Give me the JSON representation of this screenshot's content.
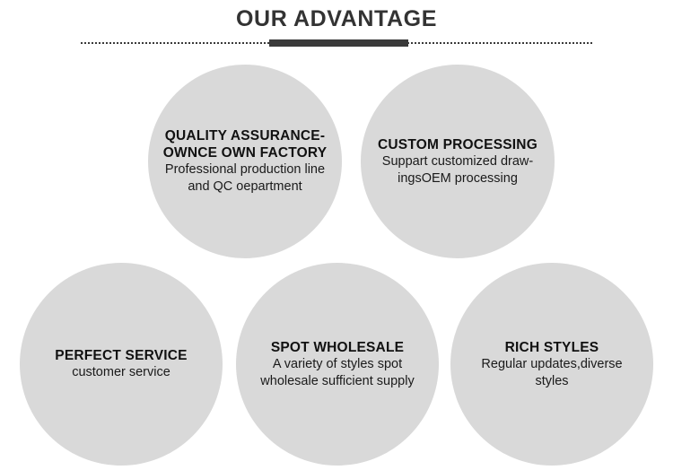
{
  "header": {
    "title": "OUR ADVANTAGE",
    "divider": {
      "style": "dotted-with-center-bar",
      "color": "#3a3a3a"
    }
  },
  "theme": {
    "background": "#ffffff",
    "circle_fill": "#d9d9d9",
    "title_color": "#333333",
    "text_color": "#111111"
  },
  "advantages": [
    {
      "title": "QUALITY ASSURANCE-\nOWNCE OWN FACTORY",
      "body": "Professional production line\nand QC oepartment"
    },
    {
      "title": "CUSTOM PROCESSING",
      "body": "Suppart customized draw-\ningsOEM processing"
    },
    {
      "title": "PERFECT SERVICE",
      "body": "customer service"
    },
    {
      "title": "SPOT WHOLESALE",
      "body": "A variety of styles spot\nwholesale sufficient supply"
    },
    {
      "title": "RICH STYLES",
      "body": "Regular updates,diverse\nstyles"
    }
  ]
}
